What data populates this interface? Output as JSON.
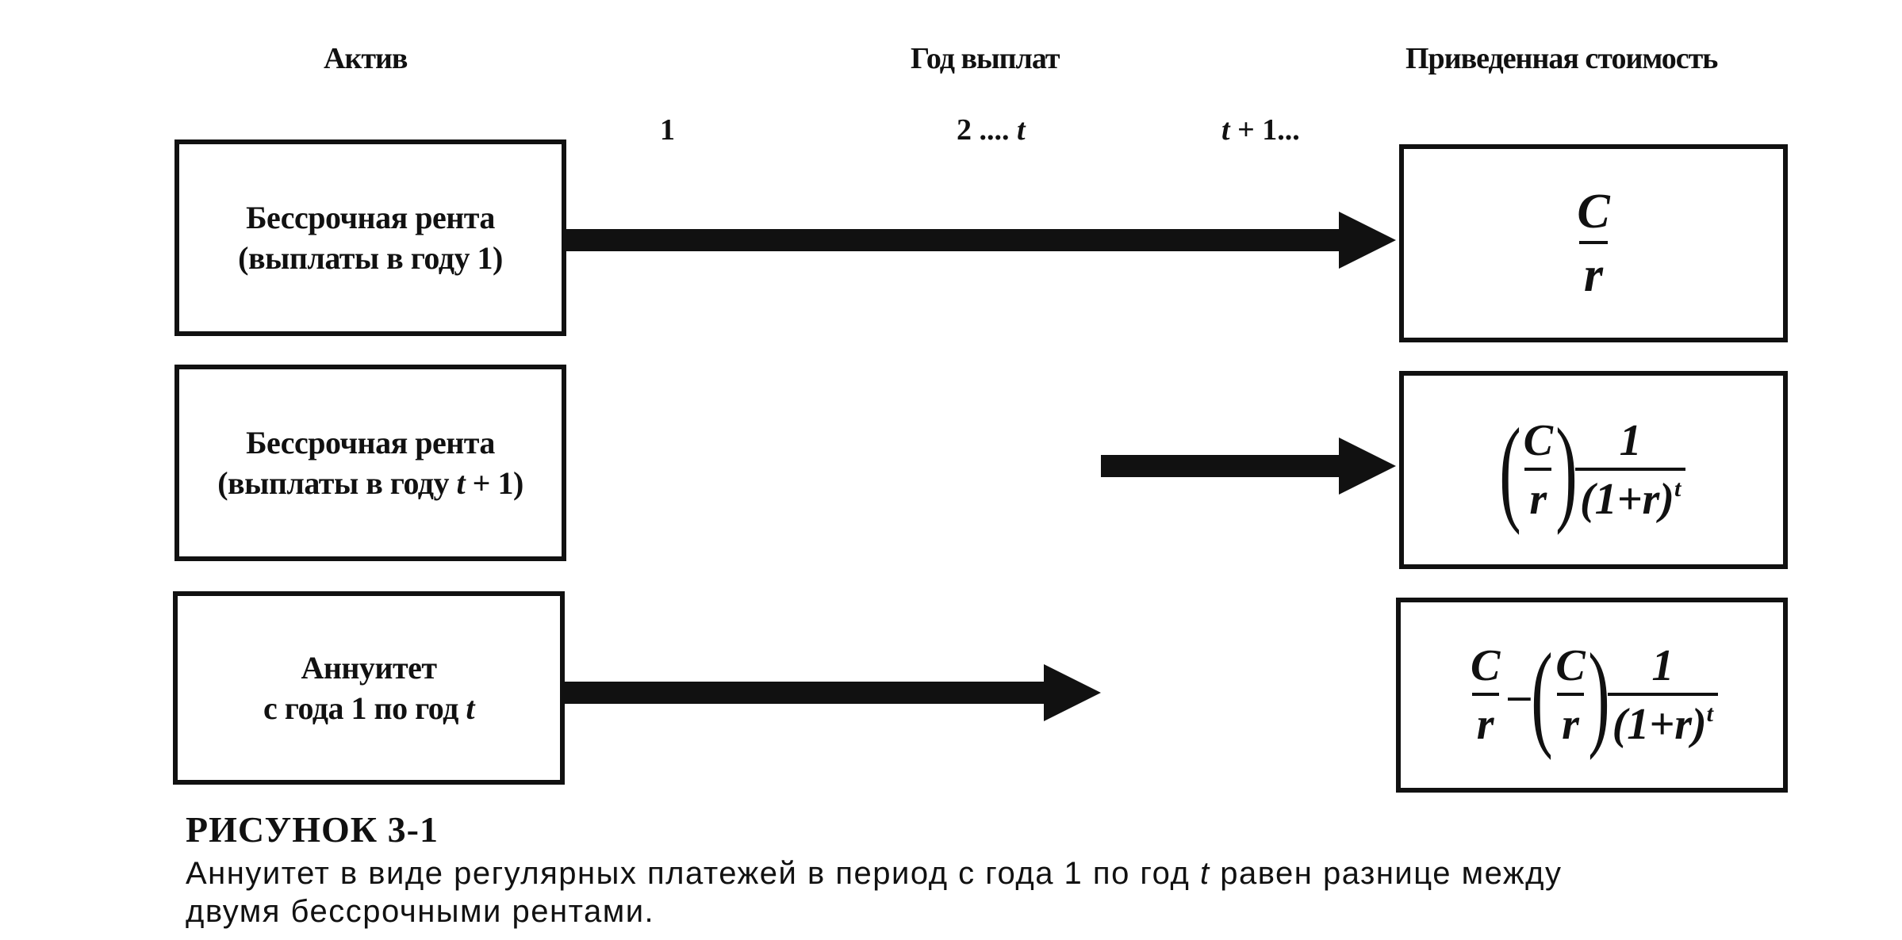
{
  "headers": {
    "asset": "Актив",
    "years": "Год выплат",
    "pv": "Приведенная стоимость"
  },
  "years": {
    "y1": "1",
    "y2_prefix": "2 .... ",
    "y2_var": "t",
    "y3_var": "t",
    "y3_suffix": " + 1..."
  },
  "assets": {
    "perp1_line1": "Бессрочная рента",
    "perp1_line2": "(выплаты в году 1)",
    "perp2_line1": "Бессрочная рента",
    "perp2_line2_prefix": "(выплаты в году ",
    "perp2_line2_var": "t",
    "perp2_line2_suffix": " + 1)",
    "annuity_line1": "Аннуитет",
    "annuity_line2_prefix": "с года 1 по год ",
    "annuity_line2_var": "t"
  },
  "formulas": {
    "C": "C",
    "r": "r",
    "one": "1",
    "denom_base": "(1+r)",
    "denom_exp": "t",
    "minus": "–",
    "lparen": "(",
    "rparen": ")"
  },
  "caption": {
    "title": "РИСУНОК 3-1",
    "text_prefix": "Аннуитет в виде регулярных платежей в период с года 1 по год ",
    "text_var": "t",
    "text_suffix": " равен разнице между",
    "text_line2": "двумя бессрочными рентами."
  },
  "colors": {
    "ink": "#111111",
    "background": "#ffffff"
  }
}
